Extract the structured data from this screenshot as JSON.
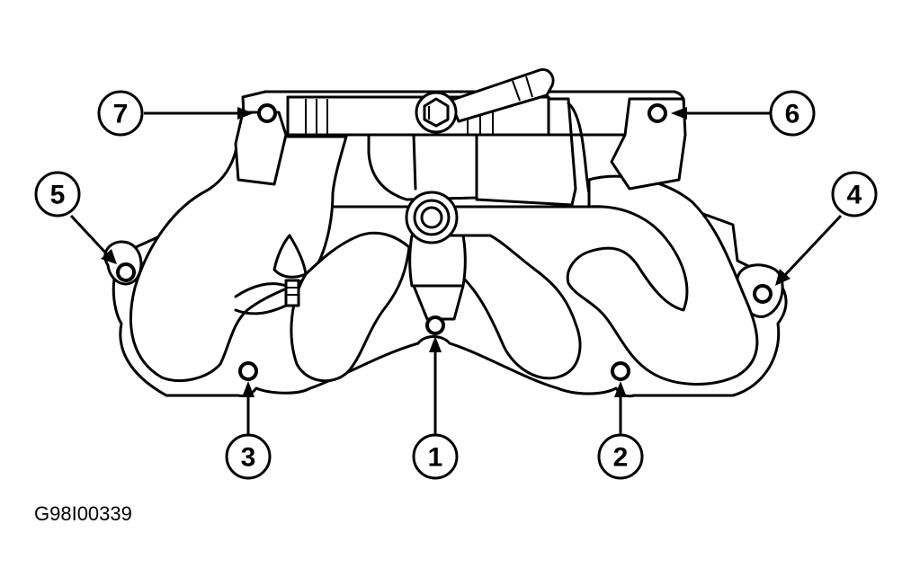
{
  "figure_id": "G98I00339",
  "callouts": [
    {
      "label": "1",
      "item": "bolt-1"
    },
    {
      "label": "2",
      "item": "bolt-2"
    },
    {
      "label": "3",
      "item": "bolt-3"
    },
    {
      "label": "4",
      "item": "bolt-4"
    },
    {
      "label": "5",
      "item": "bolt-5"
    },
    {
      "label": "6",
      "item": "bolt-6"
    },
    {
      "label": "7",
      "item": "bolt-7"
    }
  ],
  "colors": {
    "line": "#000000",
    "background": "#ffffff"
  }
}
